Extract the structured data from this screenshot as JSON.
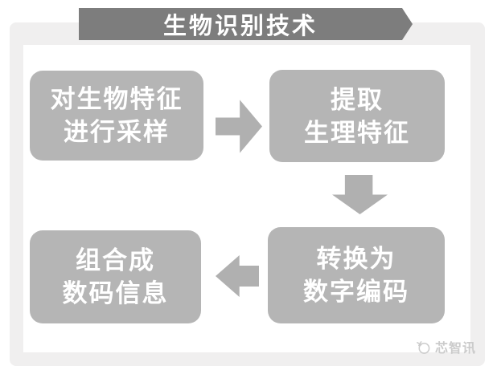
{
  "title_banner": {
    "label": "生物识别技术"
  },
  "flow": {
    "steps": [
      {
        "id": 1,
        "lines": [
          "对生物特征",
          "进行采样"
        ]
      },
      {
        "id": 2,
        "lines": [
          "提取",
          "生理特征"
        ]
      },
      {
        "id": 3,
        "lines": [
          "转换为",
          "数字编码"
        ]
      },
      {
        "id": 4,
        "lines": [
          "组合成",
          "数码信息"
        ]
      }
    ],
    "arrows": [
      "right",
      "down",
      "left"
    ]
  },
  "watermark": {
    "label": "芯智讯"
  },
  "colors": {
    "banner": "#7d7d7d",
    "box_fill": "#b5b5b5",
    "arrow_fill": "#b0b0b0",
    "frame": "#f0efef",
    "box_text": "#ffffff",
    "watermark_text": "#cbcbcb"
  }
}
